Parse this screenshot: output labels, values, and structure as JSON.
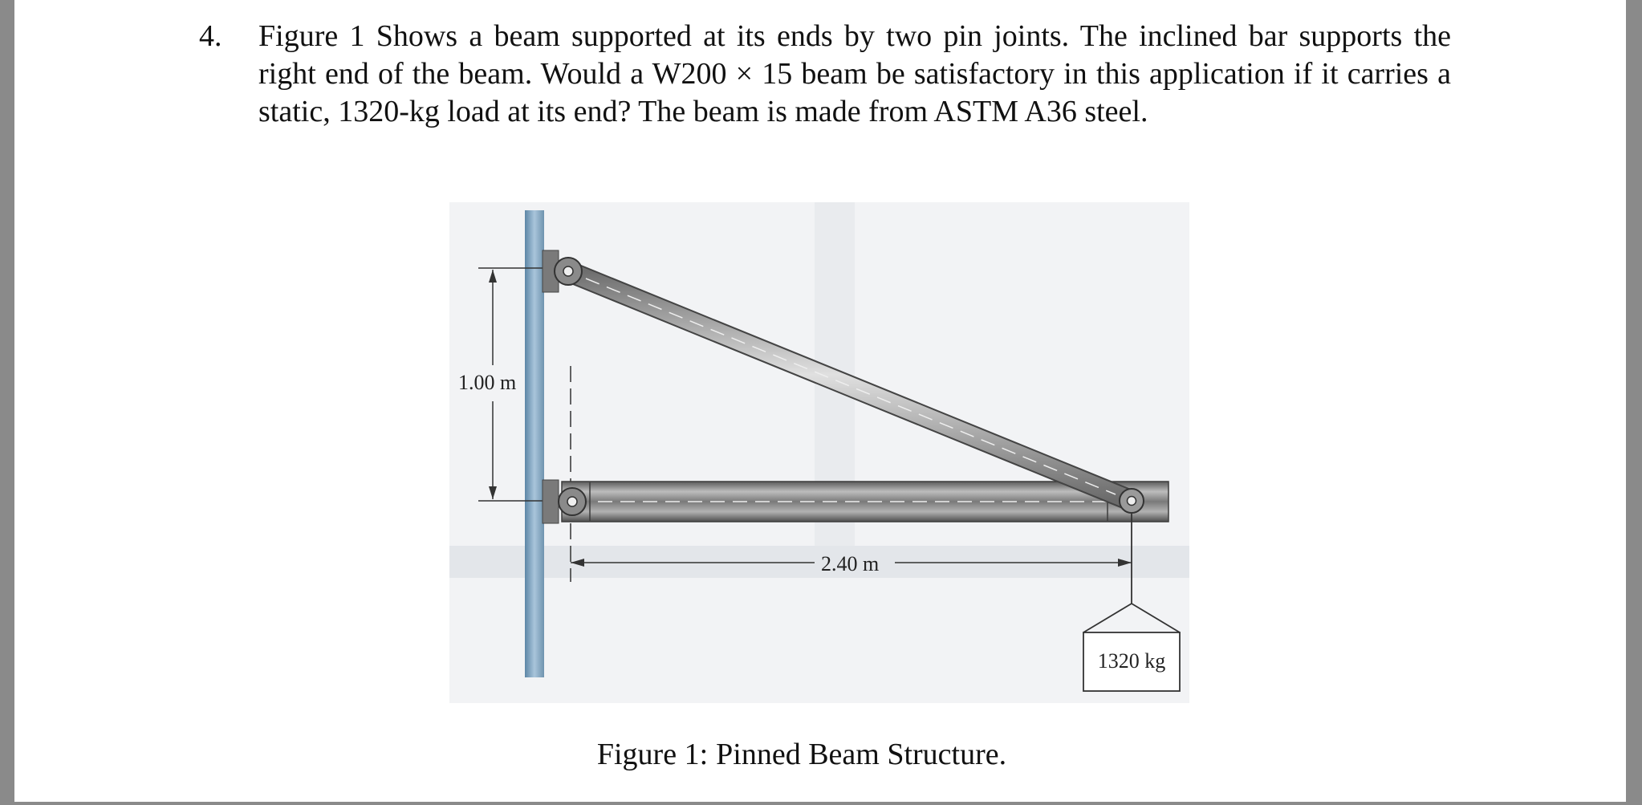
{
  "problem": {
    "number": "4.",
    "text": "Figure 1 Shows a beam supported at its ends by two pin joints. The inclined bar supports the right end of the beam. Would a W200 × 15 beam be satisfactory in this application if it carries a static, 1320-kg load at its end? The beam is made from ASTM A36 steel."
  },
  "figure": {
    "height_label": "1.00 m",
    "span_label": "2.40 m",
    "load_label": "1320 kg"
  },
  "caption": {
    "prefix": "Figure 1:",
    "text": "Pinned Beam Structure."
  }
}
